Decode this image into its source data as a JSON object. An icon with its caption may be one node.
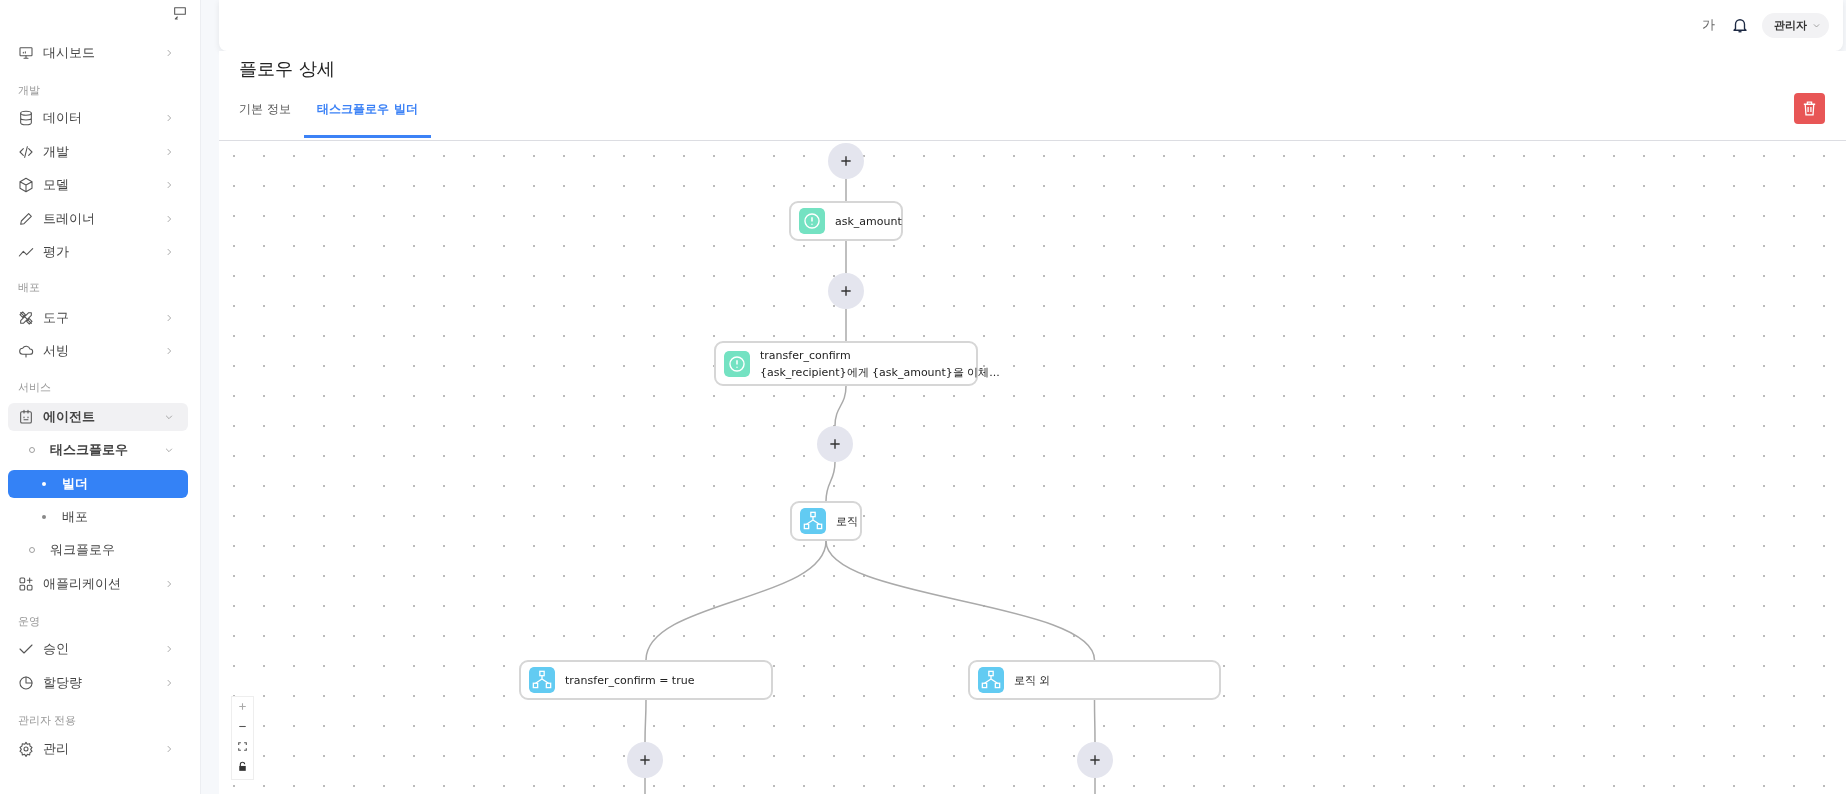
{
  "diagram": {
    "title": "플로우 상세",
    "nodes": [
      {
        "text": [],
        "shape": "circle"
      },
      {
        "text": [
          "ask_amount"
        ]
      },
      {
        "text": [],
        "shape": "circle"
      },
      {
        "text": [
          "transfer_confirm",
          "{ask_recipient}에게 {ask_amount}을 이체..."
        ]
      },
      {
        "text": [],
        "shape": "circle"
      },
      {
        "text": [
          "로직"
        ]
      },
      {
        "text": [
          "transfer_confirm = true"
        ]
      },
      {
        "text": [
          "로직 외"
        ]
      },
      {
        "text": [],
        "shape": "circle"
      },
      {
        "text": [],
        "shape": "circle"
      }
    ],
    "edges": [
      {
        "from": 0,
        "to": 1,
        "arrow": "none"
      },
      {
        "from": 1,
        "to": 2,
        "arrow": "none"
      },
      {
        "from": 2,
        "to": 3,
        "arrow": "none"
      },
      {
        "from": 3,
        "to": 4,
        "arrow": "none"
      },
      {
        "from": 4,
        "to": 5,
        "arrow": "none"
      },
      {
        "from": 5,
        "to": 6,
        "arrow": "none"
      },
      {
        "from": 5,
        "to": 7,
        "arrow": "none"
      },
      {
        "from": 6,
        "to": 8,
        "arrow": "none"
      },
      {
        "from": 7,
        "to": 9,
        "arrow": "none"
      },
      {
        "from": 8,
        "to": null,
        "arrow": "none"
      },
      {
        "from": 9,
        "to": null,
        "arrow": "none"
      }
    ],
    "labels": [
      "대시보드",
      "개발",
      "데이터",
      "개발",
      "모델",
      "트레이너",
      "평가",
      "배포",
      "도구",
      "서빙",
      "서비스",
      "에이전트",
      "태스크플로우",
      "빌더",
      "배포",
      "워크플로우",
      "애플리케이션",
      "운영",
      "승인",
      "할당량",
      "관리자 전용",
      "관리",
      "가",
      "관리자",
      "기본 정보",
      "태스크플로우 빌더"
    ]
  }
}
